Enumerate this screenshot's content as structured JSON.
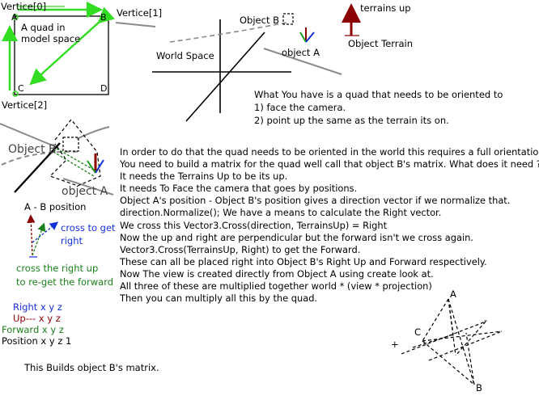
{
  "quad": {
    "v0": "Vertice[0]",
    "v1": "Vertice[1]",
    "v2": "Vertice[2]",
    "a": "A",
    "b": "B",
    "c": "C",
    "d": "D",
    "caption_line1": "A quad in",
    "caption_line2": "model space"
  },
  "world": {
    "object_b": "Object B",
    "world_space": "World Space",
    "object_a": "object A",
    "terrains_up": "terrains up",
    "object_terrain": "Object Terrain"
  },
  "intro": [
    "What You have is a quad that needs to be oriented to",
    "1) face the camera.",
    "2) point up the same as the terrain its on."
  ],
  "detail": {
    "object_b": "Object B",
    "object_a": "object A",
    "ab_position": "A - B position",
    "cross_line1": "cross to get",
    "cross_line2": "right",
    "reget_line1": "cross the right up",
    "reget_line2": "to re-get the forward"
  },
  "matrix": {
    "right": "Right x y z",
    "up": "Up--- x y z",
    "forward": "Forward x y z",
    "position": "Position x y z 1"
  },
  "builds": "This Builds object B's matrix.",
  "explanation": [
    "In order to do that the quad needs to be oriented in the world this requires a full orientation.",
    "You need to build a matrix for the quad well call that object B's matrix. What does it need ?",
    "It needs the Terrains Up to be its up.",
    "It needs To Face the camera that goes by positions.",
    "Object A's position - Object B's position gives a direction vector if we normalize that.",
    "direction.Normalize(); We have a means to calculate the Right vector.",
    "We cross this Vector3.Cross(direction, TerrainsUp) = Right",
    "Now the up and right are perpendicular but the forward isn't we cross again.",
    "Vector3.Cross(TerrainsUp, Right) to get the Forward.",
    "These can all be placed right into Object B's Right Up and Forward respectively.",
    "Now The view is created directly from Object A using create look at.",
    "All three of these are multiplied together world * (view * projection)",
    "Then you can multiply all this by the quad."
  ],
  "tetra": {
    "a": "A",
    "b": "B",
    "c": "C",
    "plus": "+",
    "minus": "-"
  },
  "colors": {
    "green": "#33dd22",
    "dark_green": "#1a7f1a",
    "blue": "#1530d8",
    "dark_red": "#8b0000",
    "gray": "#8a8a8a"
  }
}
